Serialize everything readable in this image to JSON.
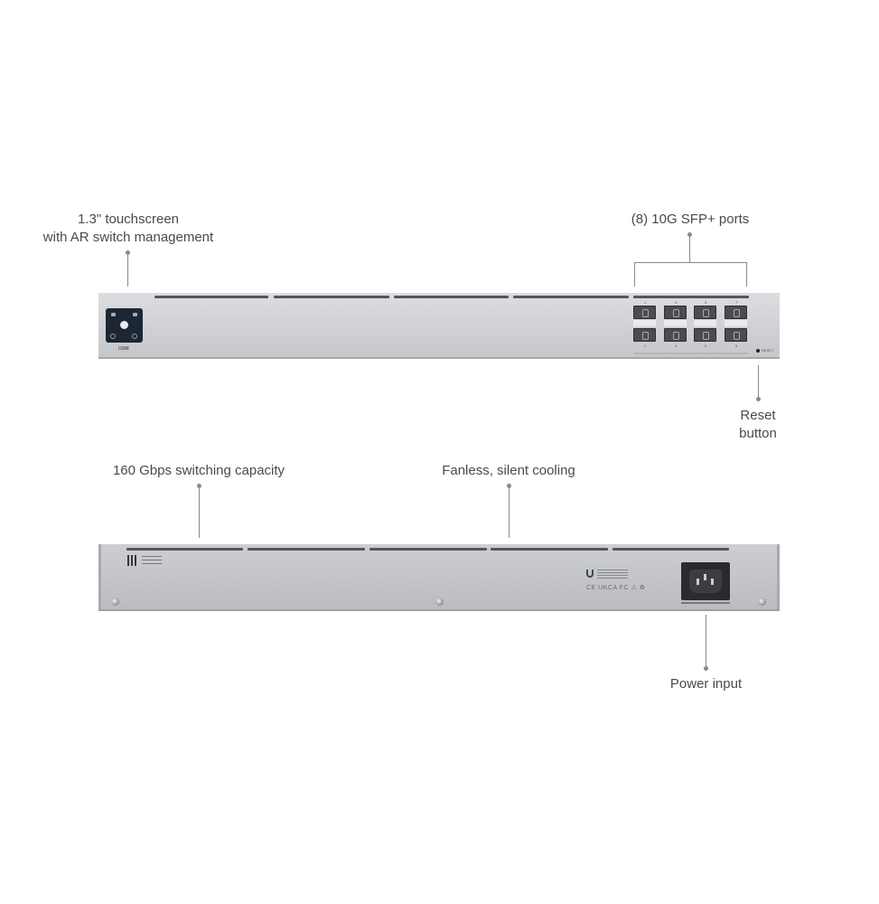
{
  "labels": {
    "touchscreen_line1": "1.3\" touchscreen",
    "touchscreen_line2": "with AR switch management",
    "sfp_ports": "(8) 10G SFP+ ports",
    "reset_line1": "Reset",
    "reset_line2": "button",
    "switching_capacity": "160 Gbps switching capacity",
    "cooling": "Fanless, silent cooling",
    "power_input": "Power input"
  },
  "device": {
    "front_model_text": "USW",
    "reset_text": "RESET",
    "port_numbers_top": [
      "1",
      "3",
      "5",
      "7"
    ],
    "port_numbers_bottom": [
      "2",
      "4",
      "6",
      "8"
    ],
    "cert_marks": "CE UKCA FC ⚠ ♻"
  },
  "colors": {
    "annotation_line": "#8a8a8a",
    "chassis": "#d0d1d5",
    "screen": "#1d2733",
    "port": "#4b4c50"
  }
}
